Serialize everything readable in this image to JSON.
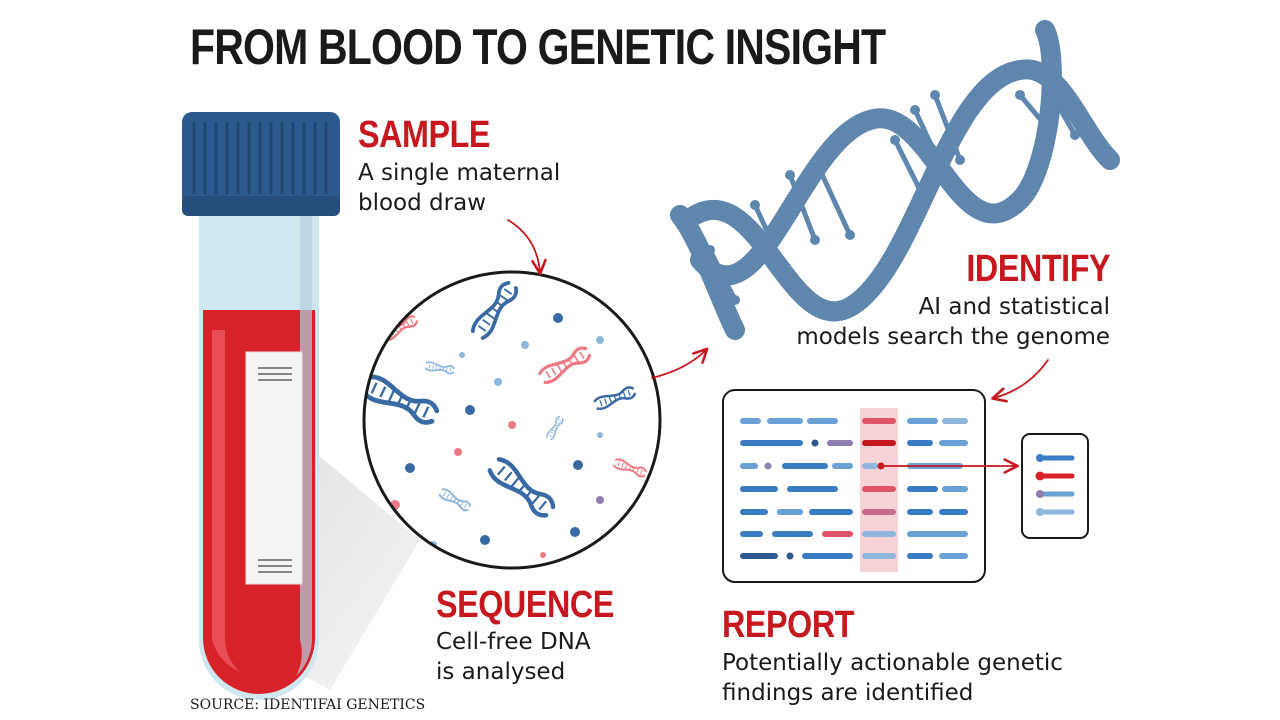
{
  "title": "FROM BLOOD TO GENETIC INSIGHT",
  "steps": {
    "sample": {
      "heading": "SAMPLE",
      "text": "A single maternal\nblood draw"
    },
    "sequence": {
      "heading": "SEQUENCE",
      "text": "Cell-free DNA\nis analysed"
    },
    "identify": {
      "heading": "IDENTIFY",
      "text": "AI and statistical\nmodels search the genome"
    },
    "report": {
      "heading": "REPORT",
      "text": "Potentially actionable genetic\nfindings are identified"
    }
  },
  "source": "SOURCE: IDENTIFAI GENETICS",
  "colors": {
    "accent_red": "#c8181f",
    "tube_cap": "#2d5a8e",
    "blood": "#d8222a",
    "dna_steel": "#5f87ad",
    "frag_dark": "#3a6aa3",
    "frag_light": "#8fb6dc",
    "frag_pink": "#ee7a85",
    "highlight": "#f7d3d8"
  },
  "icons": [
    "blood-tube-icon",
    "dna-helix-icon",
    "magnifier-circle-icon",
    "genome-grid-icon",
    "report-card-icon",
    "arrow-icon"
  ]
}
